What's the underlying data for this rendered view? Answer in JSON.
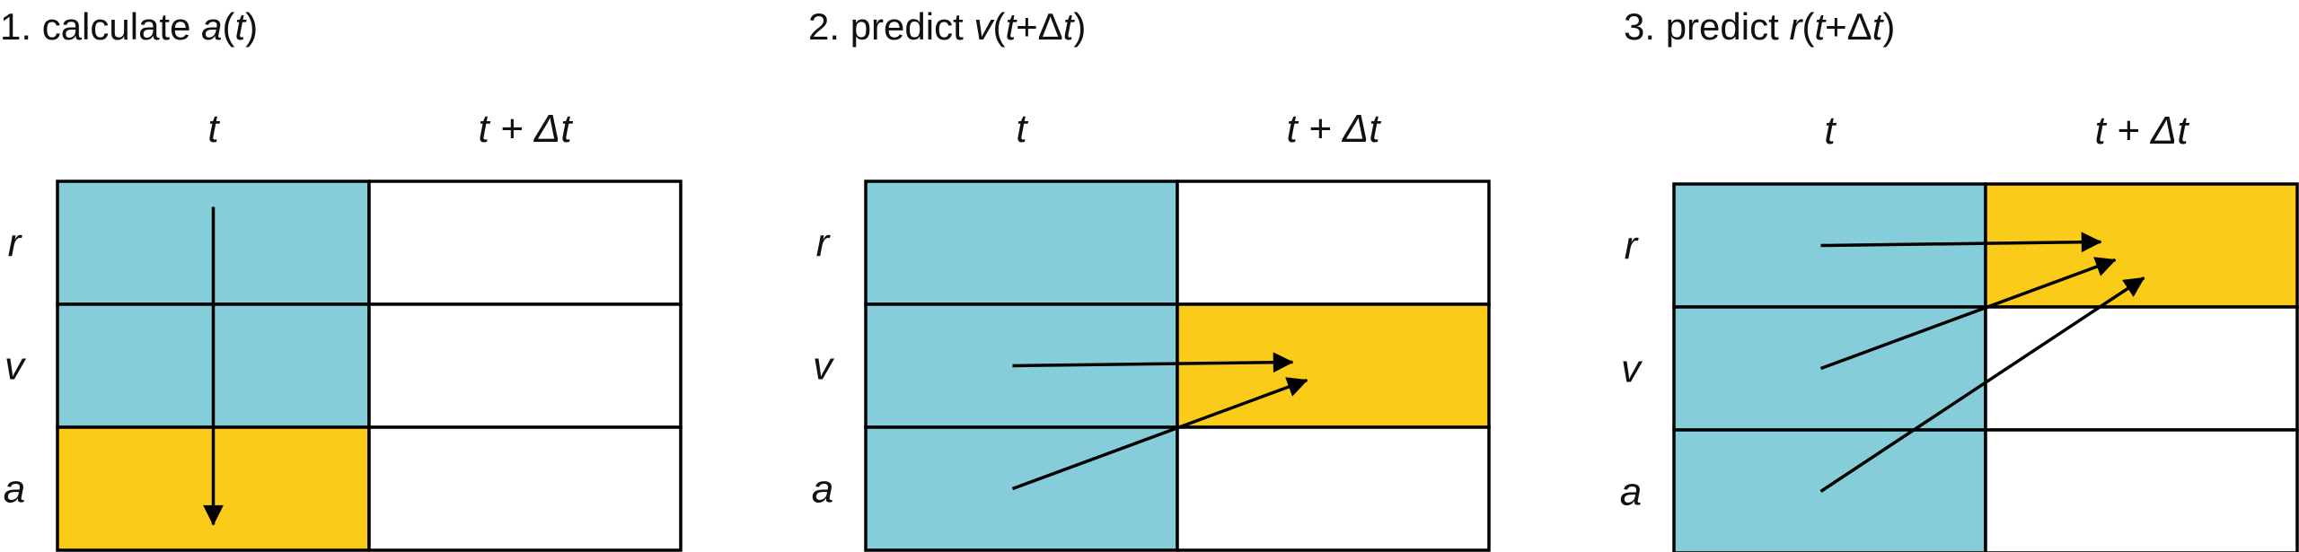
{
  "colors": {
    "computed": "#85CDD8",
    "target": "#FBCB1A",
    "empty": "#FFFFFF"
  },
  "panels": [
    {
      "title": [
        {
          "text": "1. calculate ",
          "italic": false
        },
        {
          "text": "a",
          "italic": true
        },
        {
          "text": "(",
          "italic": false
        },
        {
          "text": "t",
          "italic": true
        },
        {
          "text": ")",
          "italic": false
        }
      ],
      "columns": [
        "t",
        "t + Δt"
      ],
      "rows": [
        "r",
        "v",
        "a"
      ],
      "cell_states": [
        [
          "computed",
          "empty"
        ],
        [
          "computed",
          "empty"
        ],
        [
          "target",
          "empty"
        ]
      ],
      "arrows": [
        {
          "from": [
            "r",
            "t"
          ],
          "to": [
            "a",
            "t"
          ]
        }
      ]
    },
    {
      "title": [
        {
          "text": "2. predict ",
          "italic": false
        },
        {
          "text": "v",
          "italic": true
        },
        {
          "text": "(",
          "italic": false
        },
        {
          "text": "t",
          "italic": true
        },
        {
          "text": "+Δ",
          "italic": false
        },
        {
          "text": "t",
          "italic": true
        },
        {
          "text": ")",
          "italic": false
        }
      ],
      "columns": [
        "t",
        "t + Δt"
      ],
      "rows": [
        "r",
        "v",
        "a"
      ],
      "cell_states": [
        [
          "computed",
          "empty"
        ],
        [
          "computed",
          "target"
        ],
        [
          "computed",
          "empty"
        ]
      ],
      "arrows": [
        {
          "from": [
            "v",
            "t"
          ],
          "to": [
            "v",
            "t + Δt"
          ]
        },
        {
          "from": [
            "a",
            "t"
          ],
          "to": [
            "v",
            "t + Δt"
          ]
        }
      ]
    },
    {
      "title": [
        {
          "text": "3. predict ",
          "italic": false
        },
        {
          "text": "r",
          "italic": true
        },
        {
          "text": "(",
          "italic": false
        },
        {
          "text": "t",
          "italic": true
        },
        {
          "text": "+Δ",
          "italic": false
        },
        {
          "text": "t",
          "italic": true
        },
        {
          "text": ")",
          "italic": false
        }
      ],
      "columns": [
        "t",
        "t + Δt"
      ],
      "rows": [
        "r",
        "v",
        "a"
      ],
      "cell_states": [
        [
          "computed",
          "target"
        ],
        [
          "computed",
          "empty"
        ],
        [
          "computed",
          "empty"
        ]
      ],
      "arrows": [
        {
          "from": [
            "r",
            "t"
          ],
          "to": [
            "r",
            "t + Δt"
          ]
        },
        {
          "from": [
            "v",
            "t"
          ],
          "to": [
            "r",
            "t + Δt"
          ]
        },
        {
          "from": [
            "a",
            "t"
          ],
          "to": [
            "r",
            "t + Δt"
          ]
        }
      ]
    }
  ]
}
